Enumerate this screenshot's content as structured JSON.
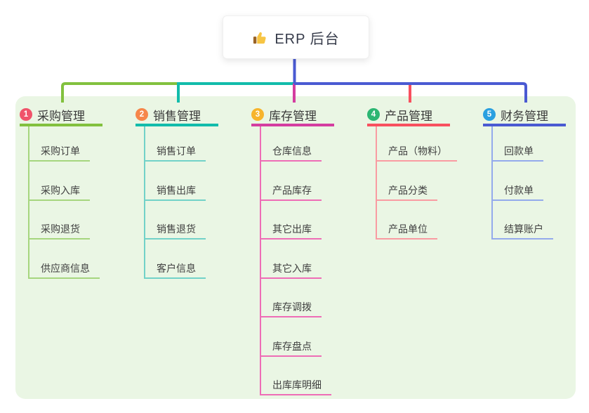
{
  "root": {
    "label": "ERP 后台",
    "icon": "thumbs-up-icon"
  },
  "colors": {
    "connector_blue": "#4a5ad2",
    "panel_bg": "#eaf6e4",
    "root_text": "#363b4a",
    "header_text": "#3a3a3a",
    "child_text": "#3f3f3f"
  },
  "branches": [
    {
      "badge": "1",
      "badge_color": "#f0536a",
      "label": "采购管理",
      "line_color": "#82c13e",
      "child_line_color": "#a6d67e",
      "children": [
        "采购订单",
        "采购入库",
        "采购退货",
        "供应商信息"
      ]
    },
    {
      "badge": "2",
      "badge_color": "#f6864a",
      "label": "销售管理",
      "line_color": "#12bcab",
      "child_line_color": "#72d2c8",
      "children": [
        "销售订单",
        "销售出库",
        "销售退货",
        "客户信息"
      ]
    },
    {
      "badge": "3",
      "badge_color": "#f7b42c",
      "label": "库存管理",
      "line_color": "#d43da0",
      "child_line_color": "#ee6db6",
      "children": [
        "仓库信息",
        "产品库存",
        "其它出库",
        "其它入库",
        "库存调拨",
        "库存盘点",
        "出库库明细"
      ]
    },
    {
      "badge": "4",
      "badge_color": "#2cb673",
      "label": "产品管理",
      "line_color": "#f8505f",
      "child_line_color": "#f99ba2",
      "children": [
        "产品（物料）",
        "产品分类",
        "产品单位"
      ]
    },
    {
      "badge": "5",
      "badge_color": "#2aa0e0",
      "label": "财务管理",
      "line_color": "#4a5ad2",
      "child_line_color": "#94aaec",
      "children": [
        "回款单",
        "付款单",
        "结算账户"
      ]
    }
  ]
}
